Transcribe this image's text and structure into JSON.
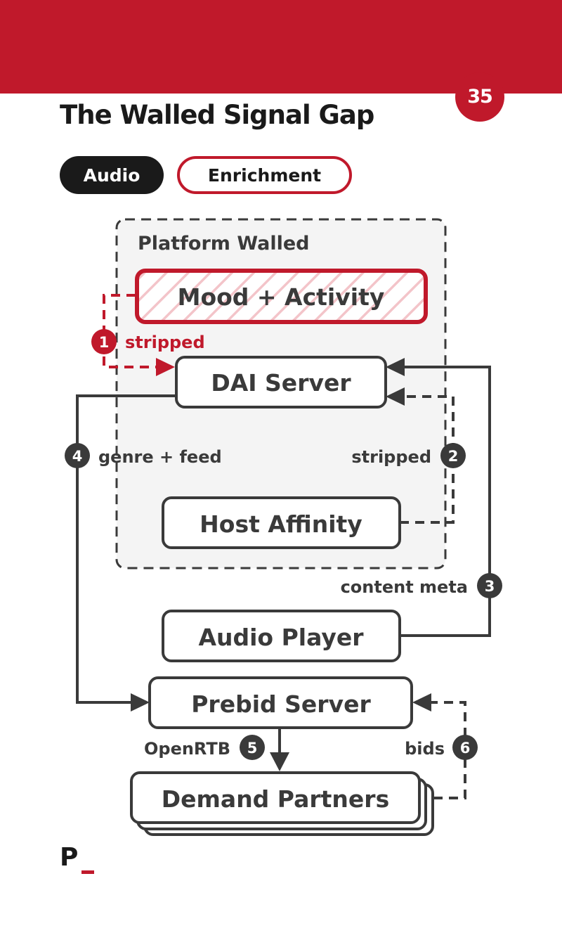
{
  "header": {
    "page_number": "35",
    "title": "The Walled Signal Gap"
  },
  "tags": [
    {
      "label": "Audio"
    },
    {
      "label": "Enrichment"
    }
  ],
  "diagram": {
    "platform_label": "Platform Walled",
    "nodes": {
      "mood": "Mood + Activity",
      "dai": "DAI Server",
      "host": "Host Affinity",
      "player": "Audio Player",
      "prebid": "Prebid Server",
      "demand": "Demand Partners"
    },
    "edges": [
      {
        "num": "1",
        "label": "stripped"
      },
      {
        "num": "2",
        "label": "stripped"
      },
      {
        "num": "3",
        "label": "content meta"
      },
      {
        "num": "4",
        "label": "genre + feed"
      },
      {
        "num": "5",
        "label": "OpenRTB"
      },
      {
        "num": "6",
        "label": "bids"
      }
    ]
  },
  "colors": {
    "accent": "#C0192B",
    "ink": "#3a3a3a",
    "dark": "#1a1a1a",
    "zone_fill": "#f4f4f4"
  },
  "footer": {
    "logo_letter": "P"
  }
}
